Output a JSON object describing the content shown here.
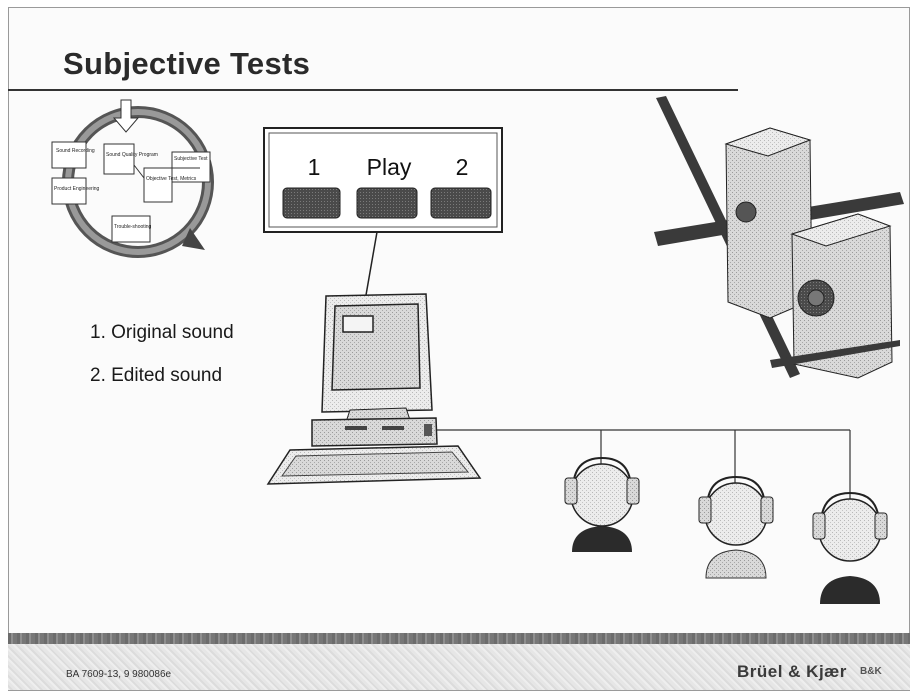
{
  "slide": {
    "title": "Subjective Tests",
    "list": [
      "1. Original sound",
      "2. Edited sound"
    ]
  },
  "play_panel": {
    "labels": [
      "1",
      "Play",
      "2"
    ]
  },
  "process_diagram": {
    "boxes": [
      "Sound Recording",
      "Sound Quality Program",
      "Subjective Test",
      "Product Engineering",
      "Objective Test, Metrics",
      "Trouble-shooting"
    ]
  },
  "footer": {
    "code": "BA 7609-13, 9    980086e",
    "brand": "Brüel & Kjær",
    "brand_mark": "B&K"
  },
  "colors": {
    "title": "#2a2a2a",
    "rule": "#333333",
    "button_fill": "#3e3e3e",
    "footer_bar": "#777777",
    "head_dark": "#2b2b2b"
  }
}
